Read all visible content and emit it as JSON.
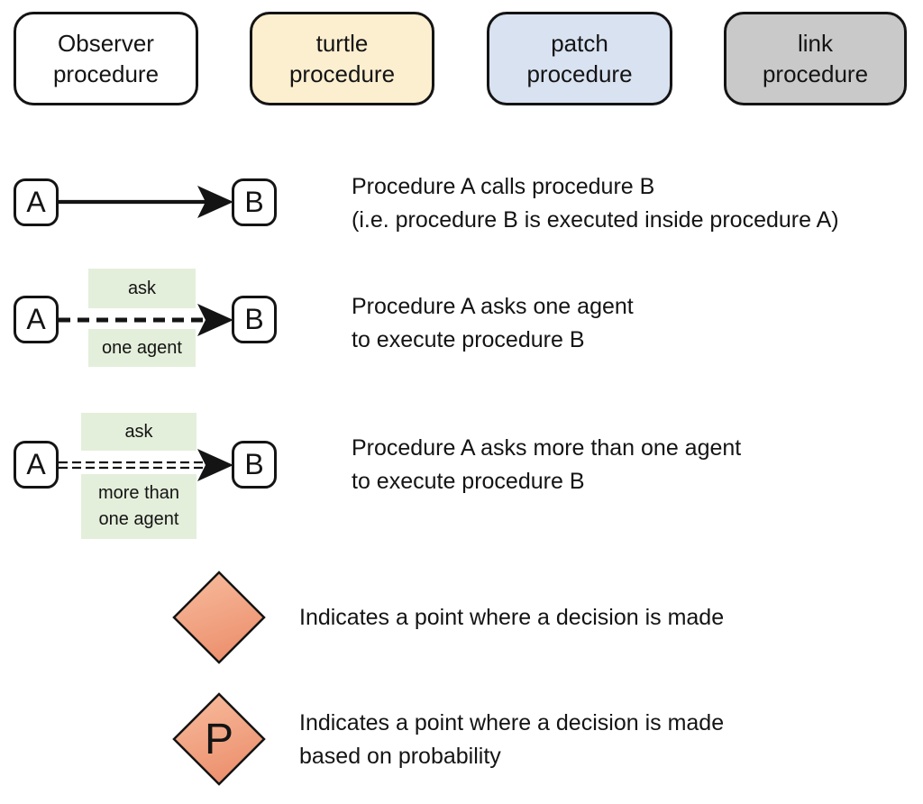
{
  "header": {
    "boxes": [
      {
        "name": "observer",
        "line1": "Observer",
        "line2": "procedure",
        "fill": "#FFFFFF"
      },
      {
        "name": "turtle",
        "line1": "turtle",
        "line2": "procedure",
        "fill": "#FCEFD0"
      },
      {
        "name": "patch",
        "line1": "patch",
        "line2": "procedure",
        "fill": "#D9E2F1"
      },
      {
        "name": "link",
        "line1": "link",
        "line2": "procedure",
        "fill": "#C9C9C9"
      }
    ]
  },
  "legend": {
    "calls": {
      "from": "A",
      "to": "B",
      "desc1": "Procedure A calls procedure B",
      "desc2": "(i.e. procedure B is executed inside procedure A)"
    },
    "ask_one": {
      "from": "A",
      "to": "B",
      "tag_top": "ask",
      "tag_bottom": "one agent",
      "desc1": "Procedure A asks one agent",
      "desc2": "to execute procedure B"
    },
    "ask_many": {
      "from": "A",
      "to": "B",
      "tag_top": "ask",
      "tag_bottom1": "more than",
      "tag_bottom2": "one agent",
      "desc1": "Procedure A asks more than one agent",
      "desc2": "to execute procedure B"
    },
    "decision": {
      "desc1": "Indicates a point where a decision is made"
    },
    "decision_probability": {
      "symbol": "P",
      "desc1": "Indicates a point where a decision is made",
      "desc2": "based on probability"
    }
  },
  "colors": {
    "observer_fill": "#FFFFFF",
    "turtle_fill": "#FCEFD0",
    "patch_fill": "#D9E2F1",
    "link_fill": "#C9C9C9",
    "ask_tag_fill": "#E4EFDB",
    "diamond_fill_top": "#F7BD9E",
    "diamond_fill_bottom": "#ED9270",
    "outline": "#141414"
  }
}
